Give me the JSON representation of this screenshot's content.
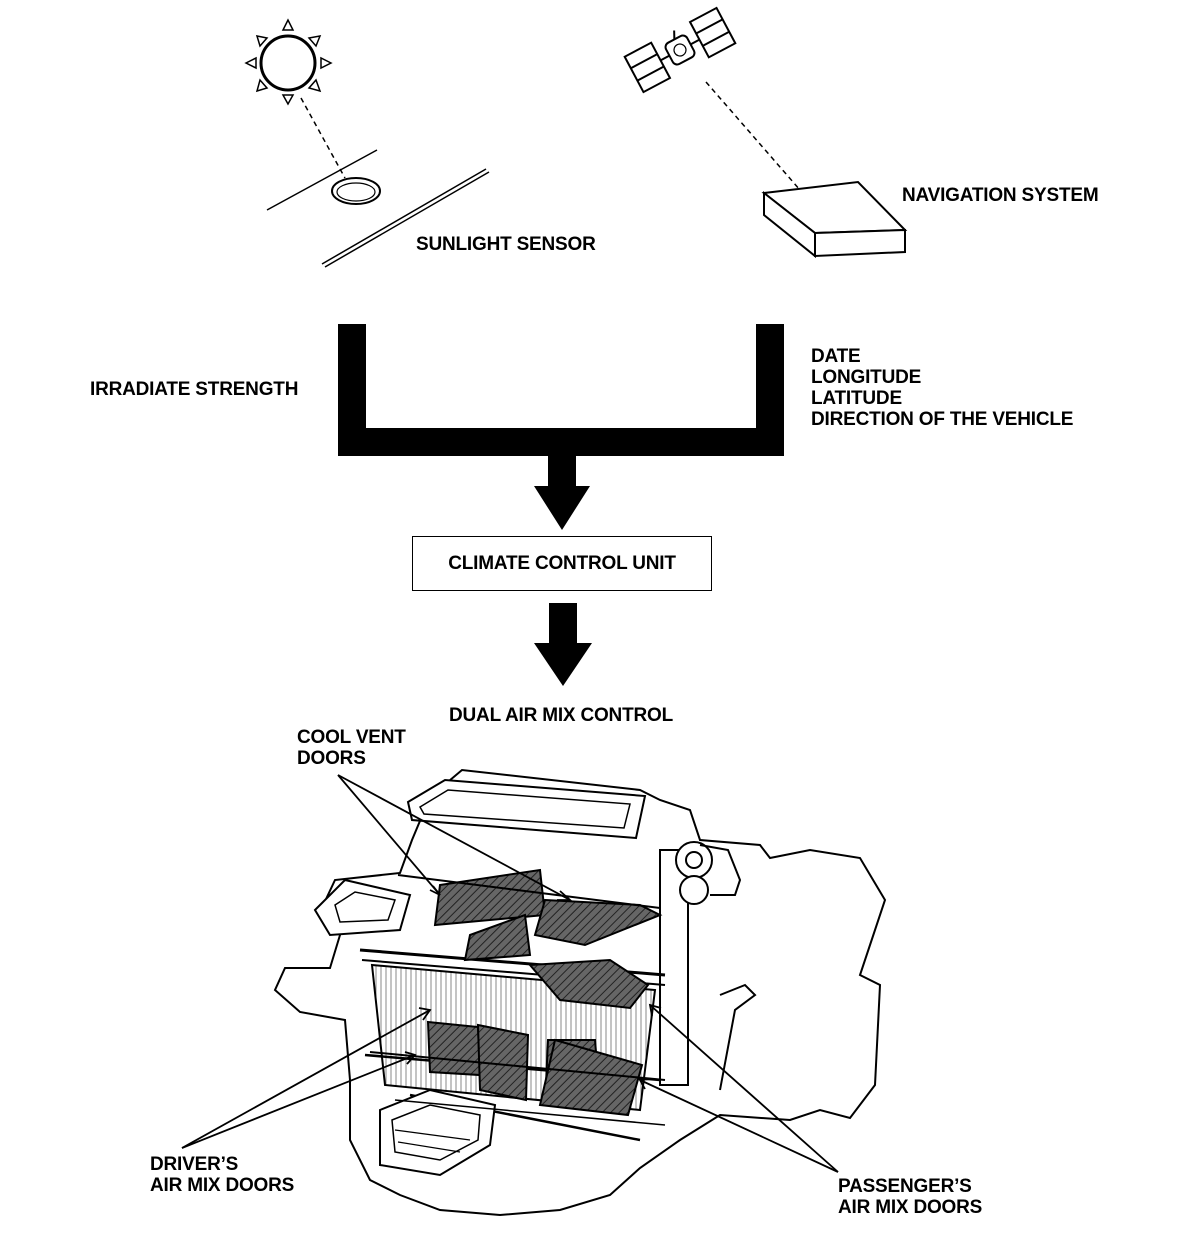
{
  "labels": {
    "sunlight_sensor": "SUNLIGHT SENSOR",
    "navigation_system": "NAVIGATION SYSTEM",
    "irradiate_strength": "IRRADIATE STRENGTH",
    "navigation_data": [
      "DATE",
      "LONGITUDE",
      "LATITUDE",
      "DIRECTION OF THE VEHICLE"
    ],
    "climate_control_unit": "CLIMATE CONTROL UNIT",
    "dual_air_mix_control": "DUAL AIR MIX CONTROL",
    "cool_vent_doors": [
      "COOL VENT",
      "DOORS"
    ],
    "drivers_air_mix_doors": [
      "DRIVER’S",
      "AIR MIX DOORS"
    ],
    "passengers_air_mix_doors": [
      "PASSENGER’S",
      "AIR MIX DOORS"
    ]
  },
  "icons": [
    "sun-icon",
    "satellite-icon",
    "sunlight-sensor-icon",
    "navigation-unit-icon",
    "hvac-unit-illustration"
  ],
  "colors": {
    "ink": "#000000",
    "paper": "#ffffff",
    "door_fill": "#555555"
  }
}
